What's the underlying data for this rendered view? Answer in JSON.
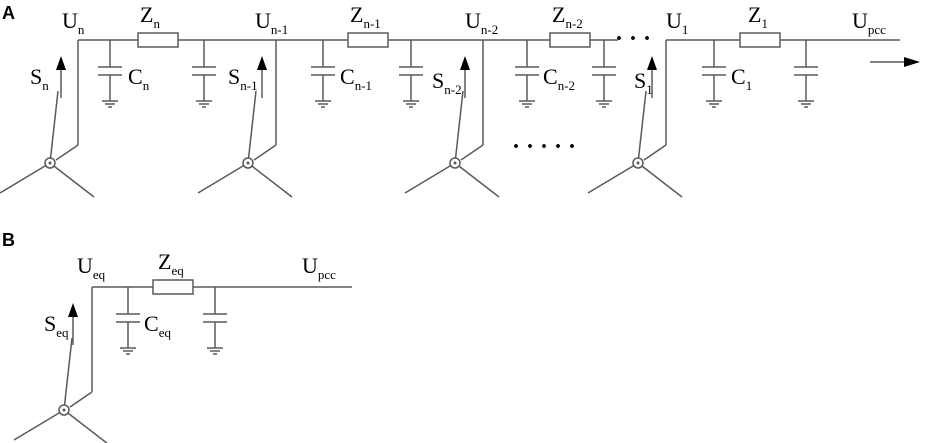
{
  "panels": {
    "a": {
      "panel_label": "A",
      "nodes": [
        {
          "symbol": "U",
          "sub": "n"
        },
        {
          "symbol": "U",
          "sub": "n-1"
        },
        {
          "symbol": "U",
          "sub": "n-2"
        },
        {
          "symbol": "U",
          "sub": "1"
        },
        {
          "symbol": "U",
          "sub": "pcc"
        }
      ],
      "impedances": [
        {
          "symbol": "Z",
          "sub": "n"
        },
        {
          "symbol": "Z",
          "sub": "n-1"
        },
        {
          "symbol": "Z",
          "sub": "n-2"
        },
        {
          "symbol": "Z",
          "sub": "1"
        }
      ],
      "capacitors": [
        {
          "symbol": "C",
          "sub": "n"
        },
        {
          "symbol": "C",
          "sub": "n-1"
        },
        {
          "symbol": "C",
          "sub": "n-2"
        },
        {
          "symbol": "C",
          "sub": "1"
        }
      ],
      "powers": [
        {
          "symbol": "S",
          "sub": "n"
        },
        {
          "symbol": "S",
          "sub": "n-1"
        },
        {
          "symbol": "S",
          "sub": "n-2"
        },
        {
          "symbol": "S",
          "sub": "1"
        }
      ],
      "ellipsis_top": "· · ·",
      "ellipsis_bottom": "· · · · ·"
    },
    "b": {
      "panel_label": "B",
      "node_eq": {
        "symbol": "U",
        "sub": "eq"
      },
      "node_pcc": {
        "symbol": "U",
        "sub": "pcc"
      },
      "impedance": {
        "symbol": "Z",
        "sub": "eq"
      },
      "capacitor": {
        "symbol": "C",
        "sub": "eq"
      },
      "power": {
        "symbol": "S",
        "sub": "eq"
      }
    }
  }
}
